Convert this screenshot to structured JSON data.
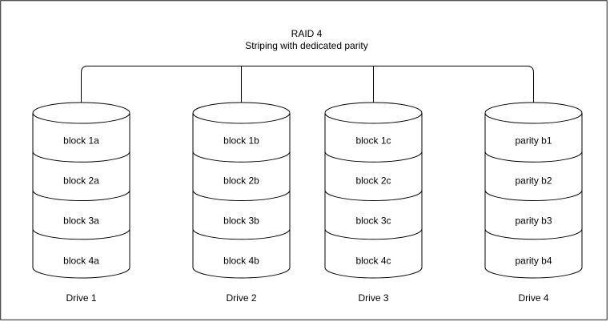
{
  "title": "RAID 4",
  "subtitle": "Striping with dedicated parity",
  "drives": [
    {
      "name": "Drive 1",
      "blocks": [
        "block 1a",
        "block 2a",
        "block 3a",
        "block 4a"
      ]
    },
    {
      "name": "Drive 2",
      "blocks": [
        "block 1b",
        "block 2b",
        "block 3b",
        "block 4b"
      ]
    },
    {
      "name": "Drive 3",
      "blocks": [
        "block 1c",
        "block 2c",
        "block 3c",
        "block 4c"
      ]
    },
    {
      "name": "Drive 4",
      "blocks": [
        "parity b1",
        "parity b2",
        "parity b3",
        "parity b4"
      ]
    }
  ],
  "colors": {
    "line": "#000000",
    "frame": "#1a1a1a",
    "background": "#ffffff",
    "text": "#000000"
  }
}
